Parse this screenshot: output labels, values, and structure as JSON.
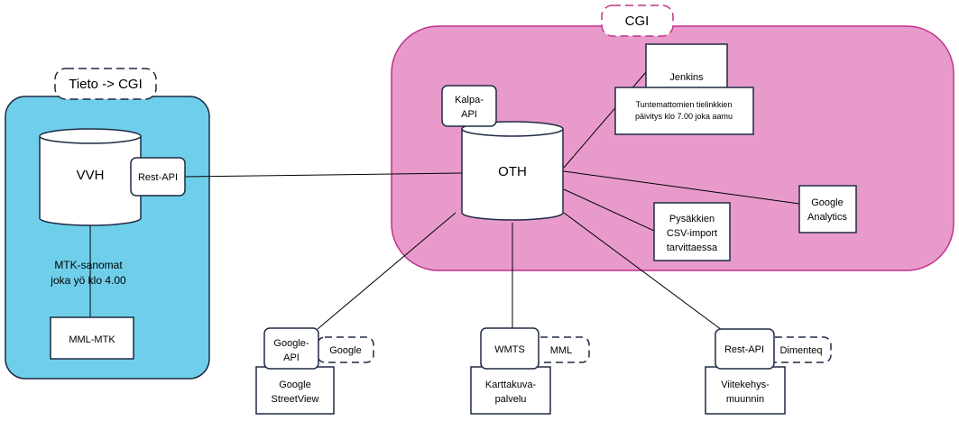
{
  "groups": {
    "tieto_tag": "Tieto -> CGI",
    "cgi_tag": "CGI"
  },
  "nodes": {
    "vvh": "VVH",
    "rest_api_left": "Rest-API",
    "mtk_note_line1": "MTK-sanomat",
    "mtk_note_line2": "joka yö klo 4.00",
    "mml_mtk": "MML-MTK",
    "oth": "OTH",
    "kalpa_line1": "Kalpa-",
    "kalpa_line2": "API",
    "jenkins": "Jenkins",
    "tuntemattomien_line1": "Tuntemattomien tielinkkien",
    "tuntemattomien_line2": "päivitys klo 7.00 joka aamu",
    "pysakkien_line1": "Pysäkkien",
    "pysakkien_line2": "CSV-import",
    "pysakkien_line3": "tarvittaessa",
    "google_analytics_line1": "Google",
    "google_analytics_line2": "Analytics",
    "google_api_line1": "Google-",
    "google_api_line2": "API",
    "google_tag": "Google",
    "google_streetview_line1": "Google",
    "google_streetview_line2": "StreetView",
    "wmts": "WMTS",
    "mml_tag": "MML",
    "karttakuva_line1": "Karttakuva-",
    "karttakuva_line2": "palvelu",
    "rest_api_bottom": "Rest-API",
    "dimenteq_tag": "Dimenteq",
    "viitekehys_line1": "Viitekehys-",
    "viitekehys_line2": "muunnin"
  },
  "colors": {
    "tieto_fill": "#6FCFEB",
    "cgi_fill": "#E89BCB",
    "cgi_border": "#C0308C",
    "border_dark": "#1F2A44",
    "white": "#FFFFFF",
    "line": "#000000"
  }
}
